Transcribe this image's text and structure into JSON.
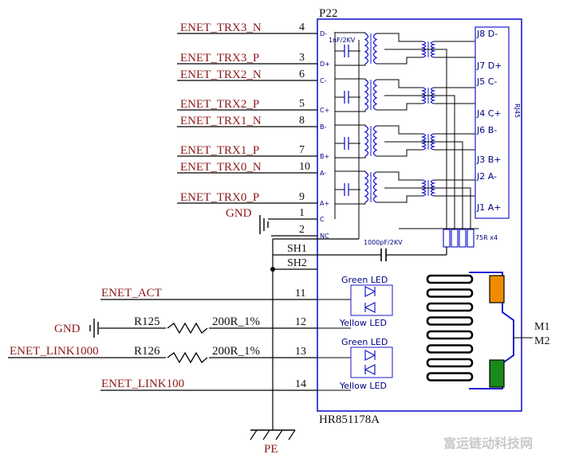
{
  "connector": {
    "ref": "P22",
    "part": "HR851178A",
    "left_pins": [
      {
        "num": "4",
        "net": "ENET_TRX3_N",
        "label": "D-"
      },
      {
        "num": "3",
        "net": "ENET_TRX3_P",
        "label": "D+"
      },
      {
        "num": "6",
        "net": "ENET_TRX2_N",
        "label": "C-"
      },
      {
        "num": "5",
        "net": "ENET_TRX2_P",
        "label": "C+"
      },
      {
        "num": "8",
        "net": "ENET_TRX1_N",
        "label": "B-"
      },
      {
        "num": "7",
        "net": "ENET_TRX1_P",
        "label": "B+"
      },
      {
        "num": "10",
        "net": "ENET_TRX0_N",
        "label": "A-"
      },
      {
        "num": "9",
        "net": "ENET_TRX0_P",
        "label": "A+"
      },
      {
        "num": "1",
        "net": "GND",
        "label": "C"
      },
      {
        "num": "2",
        "net": "",
        "label": "NC"
      }
    ],
    "jack_pins": [
      "J8 D-",
      "J7 D+",
      "J5 C-",
      "J4 C+",
      "J6 B-",
      "J3 B+",
      "J2 A-",
      "J1 A+"
    ],
    "shield_pins": [
      "SH1",
      "SH2"
    ],
    "right_pins": [
      "M1",
      "M2"
    ],
    "led_pins": [
      {
        "num": "11",
        "net": "ENET_ACT"
      },
      {
        "num": "12",
        "net": "GND",
        "resistor": "R125",
        "value": "200R_1%"
      },
      {
        "num": "13",
        "net": "ENET_LINK1000",
        "resistor": "R126",
        "value": "200R_1%"
      },
      {
        "num": "14",
        "net": "ENET_LINK100"
      }
    ],
    "led_labels": {
      "top_green": "Green LED",
      "top_yellow": "Yellow LED",
      "bottom_green": "Green LED",
      "bottom_yellow": "Yellow LED"
    },
    "chassis_ground": "PE",
    "vertical_text": "RJ45",
    "cap_small_label": "1nF/2KV",
    "cap_shield_label": "1000pF/2KV",
    "resistor_bank_label": "75R x4"
  },
  "watermark": "富运链动科技网",
  "colors": {
    "net_text": "#8b1a1a",
    "wire": "#000000",
    "frame": "#1a1acd",
    "body": "#0000cc",
    "led_orange": "#f08c00",
    "led_green": "#1a8a1a"
  }
}
